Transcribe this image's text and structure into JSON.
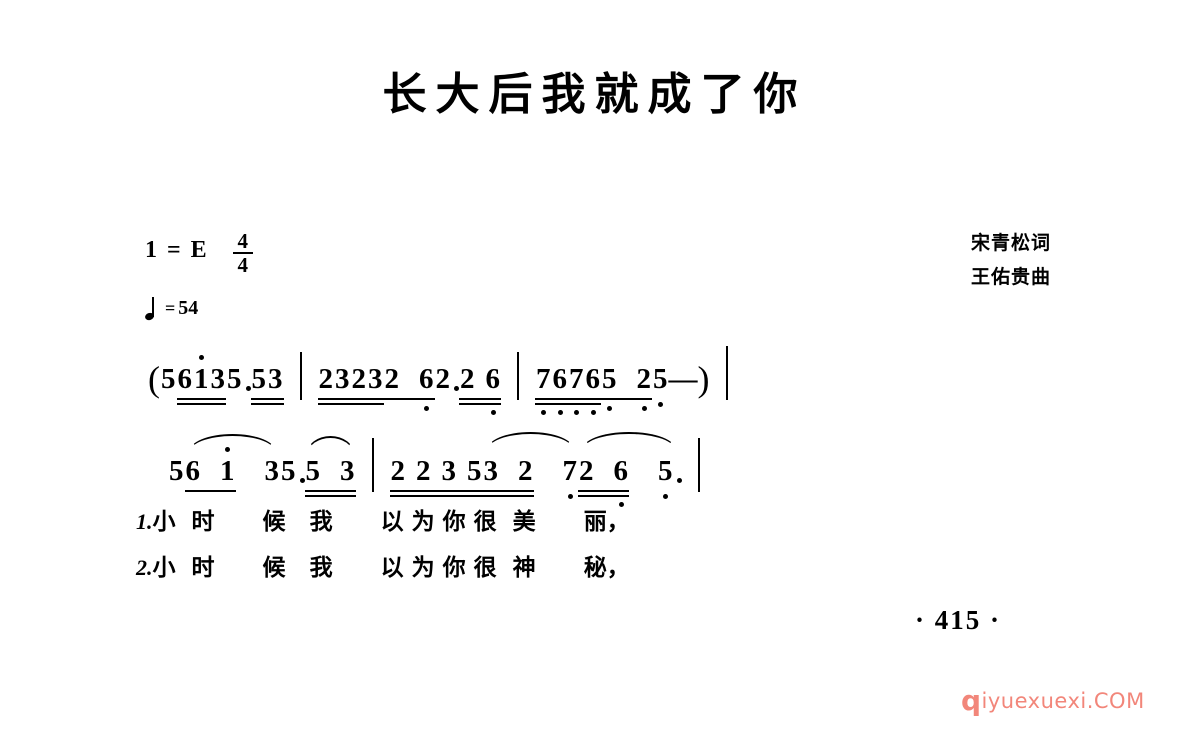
{
  "sheet": {
    "title": "长大后我就成了你",
    "lyricist_credit": "宋青松词",
    "composer_credit": "王佑贵曲",
    "key_signature": "1 = E",
    "meter_numerator": "4",
    "meter_denominator": "4",
    "tempo_equals": "=",
    "tempo_bpm": "54",
    "page_number": "· 415 ·"
  },
  "notation": {
    "line1": {
      "open_paren": "(",
      "notes": [
        "5",
        "6",
        "1",
        "3",
        "5",
        "5",
        "3",
        "2",
        "3",
        "2",
        "3",
        "2",
        "6",
        "2",
        "2",
        "6",
        "7",
        "6",
        "7",
        "6",
        "5",
        "2",
        "5"
      ],
      "dash": "—",
      "close_paren": ")",
      "measure1": [
        "5",
        "6",
        "1",
        "3",
        "5",
        "5",
        "3"
      ],
      "measure2": [
        "2",
        "3",
        "2",
        "3",
        "2",
        "6",
        "2",
        "2",
        "6"
      ],
      "measure3": [
        "7",
        "6",
        "7",
        "6",
        "5",
        "2",
        "5",
        "—"
      ]
    },
    "line2": {
      "measure1": [
        "5",
        "6",
        "1",
        "3",
        "5",
        "5",
        "3"
      ],
      "measure2": [
        "2",
        "2",
        "3",
        "5",
        "3",
        "2",
        "7",
        "2",
        "6",
        "5"
      ]
    }
  },
  "lyrics": {
    "verse1_number": "1.",
    "verse1_text": "小  时      候   我      以 为 你 很  美      丽，",
    "verse2_number": "2.",
    "verse2_text": "小  时      候   我      以 为 你 很  神      秘，"
  },
  "watermark": {
    "first_letter": "q",
    "rest": "iyuexuexi.COM",
    "color": "#f2867a"
  },
  "chart_data": {
    "type": "table",
    "title": "长大后我就成了你 — 简谱 (numbered musical notation)",
    "key": "1 = E",
    "time_signature": "4/4",
    "tempo": "quarter = 54",
    "staves": [
      {
        "name": "intro-line",
        "bracketed": true,
        "measures": [
          {
            "notes": [
              {
                "num": "5",
                "octave": 0,
                "dotted": false,
                "beams": 0
              },
              {
                "num": "6",
                "octave": 0,
                "dotted": false,
                "beams": 2
              },
              {
                "num": "1",
                "octave": 1,
                "dotted": false,
                "beams": 2
              },
              {
                "num": "3",
                "octave": 0,
                "dotted": false,
                "beams": 2
              },
              {
                "num": "5",
                "octave": 0,
                "dotted": true,
                "beams": 0
              },
              {
                "num": "5",
                "octave": 0,
                "dotted": false,
                "beams": 2
              },
              {
                "num": "3",
                "octave": 0,
                "dotted": false,
                "beams": 2
              }
            ]
          },
          {
            "notes": [
              {
                "num": "2",
                "octave": 0,
                "dotted": false,
                "beams": 2
              },
              {
                "num": "3",
                "octave": 0,
                "dotted": false,
                "beams": 2
              },
              {
                "num": "2",
                "octave": 0,
                "dotted": false,
                "beams": 2
              },
              {
                "num": "3",
                "octave": 0,
                "dotted": false,
                "beams": 2
              },
              {
                "num": "2",
                "octave": 0,
                "dotted": false,
                "beams": 1
              },
              {
                "num": "6",
                "octave": -1,
                "dotted": false,
                "beams": 1
              },
              {
                "num": "2",
                "octave": 0,
                "dotted": true,
                "beams": 0
              },
              {
                "num": "2",
                "octave": 0,
                "dotted": false,
                "beams": 2
              },
              {
                "num": "6",
                "octave": -1,
                "dotted": false,
                "beams": 2
              }
            ]
          },
          {
            "notes": [
              {
                "num": "7",
                "octave": -1,
                "dotted": false,
                "beams": 2
              },
              {
                "num": "6",
                "octave": -1,
                "dotted": false,
                "beams": 2
              },
              {
                "num": "7",
                "octave": -1,
                "dotted": false,
                "beams": 2
              },
              {
                "num": "6",
                "octave": -1,
                "dotted": false,
                "beams": 2
              },
              {
                "num": "5",
                "octave": -1,
                "dotted": false,
                "beams": 1
              },
              {
                "num": "2",
                "octave": -1,
                "dotted": false,
                "beams": 1
              },
              {
                "num": "5",
                "octave": -1,
                "dotted": false,
                "beams": 0
              },
              {
                "num": "—",
                "octave": 0,
                "dotted": false,
                "beams": 0
              }
            ]
          }
        ]
      },
      {
        "name": "verse-line",
        "bracketed": false,
        "measures": [
          {
            "notes": [
              {
                "num": "5",
                "octave": 0,
                "dotted": false,
                "beams": 0
              },
              {
                "num": "6",
                "octave": 0,
                "dotted": false,
                "beams": 1,
                "slur_start": true
              },
              {
                "num": "1",
                "octave": 1,
                "dotted": false,
                "beams": 1
              },
              {
                "num": "3",
                "octave": 0,
                "dotted": false,
                "beams": 0,
                "slur_end": true
              },
              {
                "num": "5",
                "octave": 0,
                "dotted": true,
                "beams": 0
              },
              {
                "num": "5",
                "octave": 0,
                "dotted": false,
                "beams": 2,
                "slur_start": true
              },
              {
                "num": "3",
                "octave": 0,
                "dotted": false,
                "beams": 2,
                "slur_end": true
              }
            ]
          },
          {
            "notes": [
              {
                "num": "2",
                "octave": 0,
                "dotted": false,
                "beams": 2
              },
              {
                "num": "2",
                "octave": 0,
                "dotted": false,
                "beams": 2
              },
              {
                "num": "3",
                "octave": 0,
                "dotted": false,
                "beams": 2
              },
              {
                "num": "5",
                "octave": 0,
                "dotted": false,
                "beams": 2
              },
              {
                "num": "3",
                "octave": 0,
                "dotted": false,
                "beams": 2,
                "slur_start": true
              },
              {
                "num": "2",
                "octave": 0,
                "dotted": false,
                "beams": 2
              },
              {
                "num": "7",
                "octave": -1,
                "dotted": false,
                "beams": 0,
                "slur_end": true
              },
              {
                "num": "2",
                "octave": 0,
                "dotted": false,
                "beams": 2,
                "slur_start": true
              },
              {
                "num": "6",
                "octave": -1,
                "dotted": false,
                "beams": 2
              },
              {
                "num": "5",
                "octave": -1,
                "dotted": true,
                "beams": 0,
                "slur_end": true
              }
            ]
          }
        ]
      }
    ]
  }
}
